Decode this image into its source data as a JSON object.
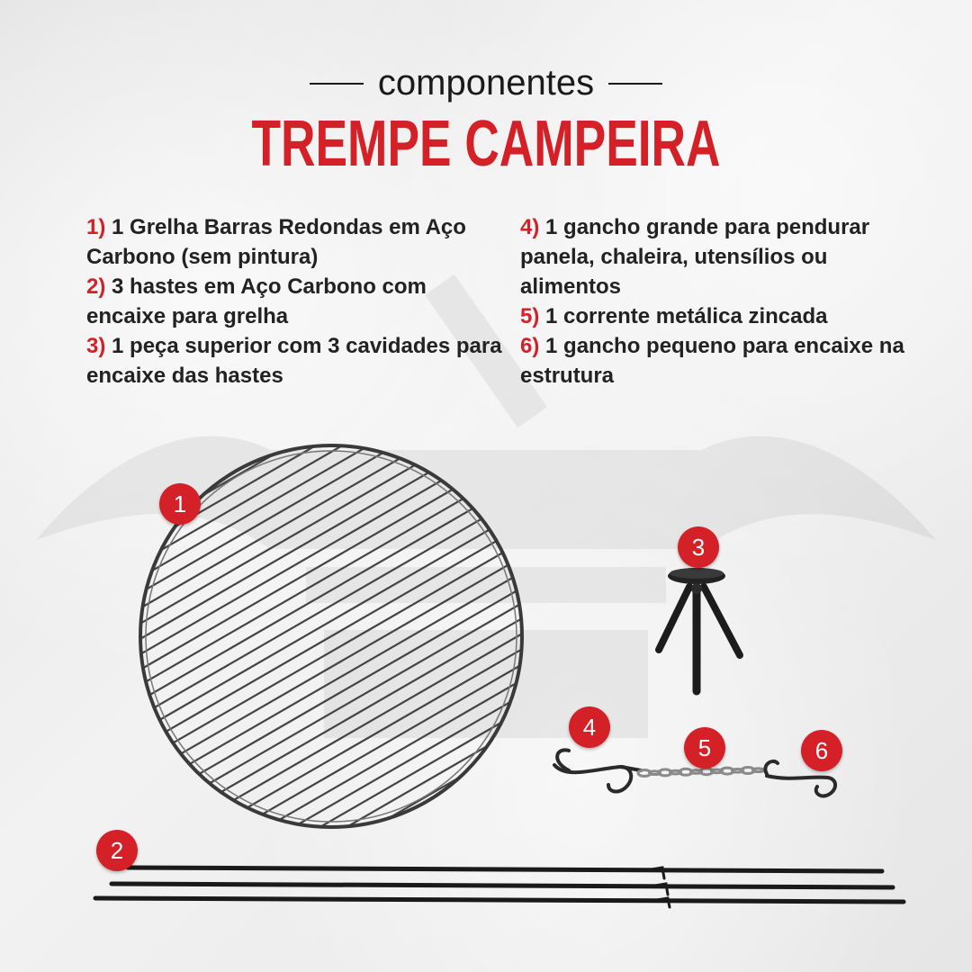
{
  "header": {
    "subtitle": "componentes",
    "title": "TREMPE CAMPEIRA"
  },
  "components": [
    {
      "num": "1)",
      "text": "1 Grelha Barras Redondas em Aço Carbono (sem pintura)"
    },
    {
      "num": "2)",
      "text": "3 hastes em Aço Carbono com encaixe para grelha"
    },
    {
      "num": "3)",
      "text": "1 peça superior com 3 cavidades para encaixe das hastes"
    },
    {
      "num": "4)",
      "text": "1 gancho grande para pendurar panela, chaleira, utensílios ou alimentos"
    },
    {
      "num": "5)",
      "text": "1 corrente metálica zincada"
    },
    {
      "num": "6)",
      "text": "1 gancho pequeno para encaixe na estrutura"
    }
  ],
  "badges": [
    "1",
    "2",
    "3",
    "4",
    "5",
    "6"
  ],
  "colors": {
    "accent": "#d42027",
    "text": "#222222"
  }
}
